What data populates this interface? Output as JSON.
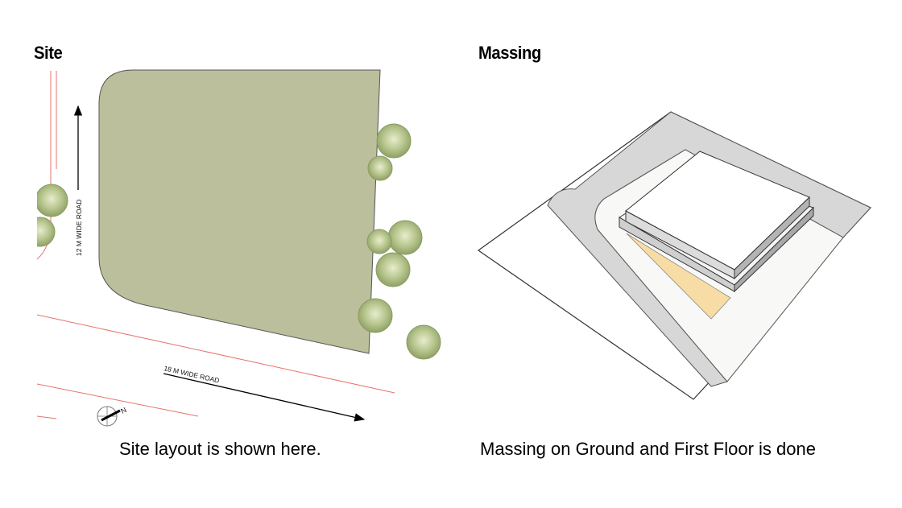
{
  "site": {
    "heading": "Site",
    "caption": "Site layout is shown here.",
    "road_vertical_label": "12 M WIDE ROAD",
    "road_horizontal_label": "18 M WIDE ROAD",
    "compass_label": "N",
    "plot_color": "#bcbf9b",
    "road_line_color": "#e8736c"
  },
  "massing": {
    "heading": "Massing",
    "caption": "Massing on Ground and First Floor is done",
    "road_color": "#d7d7d7",
    "highlight_color": "#f8dca5"
  }
}
